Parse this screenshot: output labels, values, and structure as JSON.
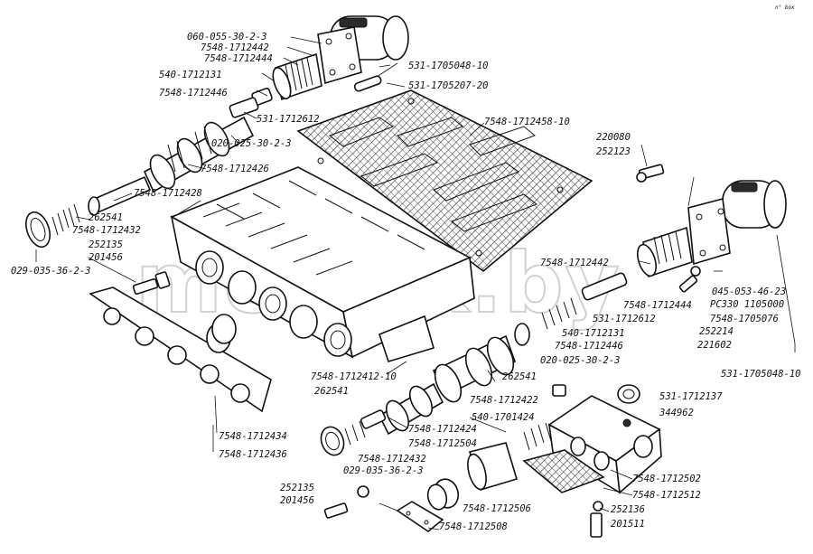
{
  "watermark": "mozzik.by",
  "corner_mark": "n° box",
  "labels": {
    "l01": "060-055-30-2-3",
    "l02": "7548-1712442",
    "l03": "7548-1712444",
    "l04": "531-1705048-10",
    "l05": "540-1712131",
    "l06": "7548-1712446",
    "l07": "531-1705207-20",
    "l08": "531-1712612",
    "l09": "020-025-30-2-3",
    "l10": "7548-1712458-10",
    "l11": "7548-1712426",
    "l12": "7548-1712428",
    "l13": "262541",
    "l14": "7548-1712432",
    "l15": "252135",
    "l16": "201456",
    "l17": "029-035-36-2-3",
    "l18": "220080",
    "l19": "252123",
    "l20": "7548-1712442",
    "l21": "045-053-46-23",
    "l22": "PC330 1105000",
    "l23": "7548-1712444",
    "l24": "7548-1705076",
    "l25": "531-1712612",
    "l26": "252214",
    "l27": "540-1712131",
    "l28": "221602",
    "l29": "7548-1712446",
    "l30": "020-025-30-2-3",
    "l31": "531-1705048-10",
    "l32": "7548-1712412-10",
    "l33": "262541",
    "l34": "262541",
    "l35": "7548-1712422",
    "l36": "531-1712137",
    "l37": "540-1701424",
    "l38": "344962",
    "l39": "7548-1712434",
    "l40": "7548-1712424",
    "l41": "7548-1712504",
    "l42": "7548-1712436",
    "l43": "7548-1712432",
    "l44": "029-035-36-2-3",
    "l45": "7548-1712502",
    "l46": "252135",
    "l47": "201456",
    "l48": "7548-1712512",
    "l49": "7548-1712506",
    "l50": "252136",
    "l51": "7548-1712508",
    "l52": "201511"
  }
}
